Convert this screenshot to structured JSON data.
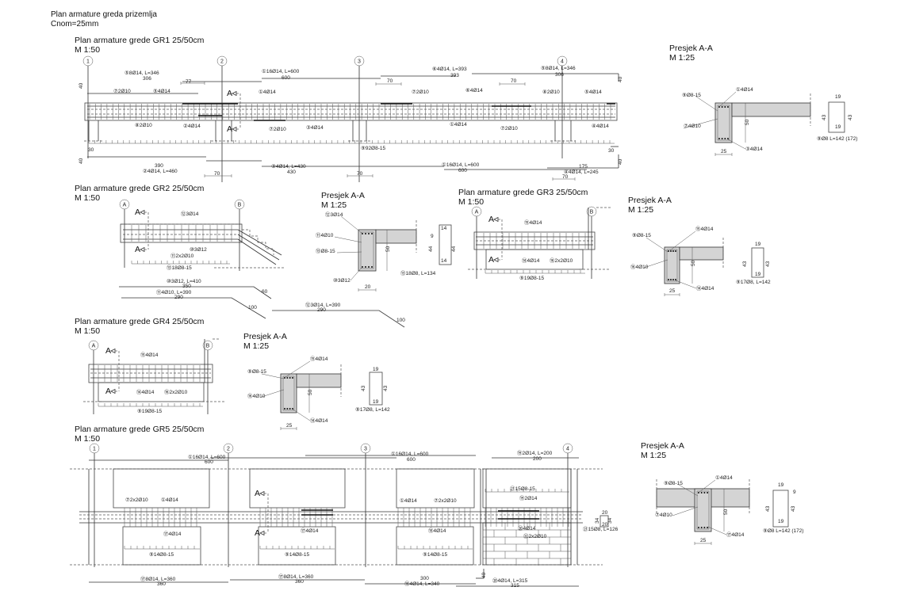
{
  "header": {
    "title": "Plan armature greda prizemlja",
    "cnom": "Cnom=25mm"
  },
  "gr1": {
    "title": "Plan armature grede GR1 25/50cm",
    "scale": "M 1:50",
    "axes": [
      "1",
      "2",
      "3",
      "4"
    ],
    "section_mark": "A",
    "labels": [
      "⑤8Ø14, L=346",
      "306",
      "①16Ø14, L=600",
      "600",
      "⑥4Ø14, L=393",
      "393",
      "⑤8Ø14, L=346",
      "306",
      "77",
      "70",
      "70",
      "⑦2Ø10",
      "⑤4Ø14",
      "①4Ø14",
      "⑦2Ø10",
      "⑥4Ø14",
      "⑧2Ø10",
      "⑤4Ø14",
      "⑧2Ø10",
      "②4Ø14",
      "⑦2Ø10",
      "③4Ø14",
      "①4Ø14",
      "⑦2Ø10",
      "④4Ø14",
      "⑨92Ø8-15",
      "30",
      "30",
      "40",
      "40",
      "40",
      "40",
      "390",
      "②4Ø14, L=460",
      "③4Ø14, L=430",
      "430",
      "①16Ø14, L=600",
      "600",
      "175",
      "④4Ø14, L=245",
      "70",
      "70",
      "70"
    ]
  },
  "sec1": {
    "title": "Presjek A-A",
    "scale": "M 1:25",
    "labels": [
      "⑨Ø8-15",
      "①4Ø14",
      "⑦4Ø10",
      "③4Ø14",
      "50",
      "25",
      "19",
      "19",
      "43",
      "43",
      "⑨Ø8 L=142 (172)"
    ]
  },
  "gr2": {
    "title": "Plan armature grede GR2 25/50cm",
    "scale": "M 1:50",
    "axes": [
      "A",
      "B"
    ],
    "section_mark": "A",
    "labels": [
      "⑫3Ø14",
      "⑩3Ø12",
      "⑪2x2Ø10",
      "⑬18Ø8-15",
      "⑩3Ø12, L=410",
      "350",
      "60",
      "⑪4Ø10, L=390",
      "290",
      "100",
      "⑫3Ø14, L=390",
      "290",
      "100"
    ]
  },
  "sec2": {
    "title": "Presjek A-A",
    "scale": "M 1:25",
    "labels": [
      "⑫3Ø14",
      "⑪4Ø10",
      "⑬Ø8-15",
      "⑩3Ø12",
      "20",
      "50",
      "14",
      "9",
      "44",
      "44",
      "14",
      "⑬18Ø8, L=134"
    ]
  },
  "gr3": {
    "title": "Plan armature grede GR3 25/50cm",
    "scale": "M 1:50",
    "axes": [
      "A",
      "B"
    ],
    "section_mark": "A",
    "labels": [
      "⑮4Ø14",
      "⑭4Ø14",
      "⑯2x2Ø10",
      "⑨19Ø8-15"
    ]
  },
  "sec3": {
    "title": "Presjek A-A",
    "scale": "M 1:25",
    "labels": [
      "⑨Ø8-15",
      "⑮4Ø14",
      "⑯4Ø10",
      "⑭4Ø14",
      "50",
      "25",
      "19",
      "43",
      "43",
      "19",
      "⑨17Ø8, L=142"
    ]
  },
  "gr4": {
    "title": "Plan armature grede GR4 25/50cm",
    "scale": "M 1:50",
    "axes": [
      "A",
      "B"
    ],
    "section_mark": "A",
    "labels": [
      "⑮4Ø14",
      "⑭4Ø14",
      "⑯2x2Ø10",
      "⑨19Ø8-15"
    ]
  },
  "sec4": {
    "title": "Presjek A-A",
    "scale": "M 1:25",
    "labels": [
      "⑨Ø8-15",
      "⑮4Ø14",
      "⑯4Ø10",
      "⑭4Ø14",
      "50",
      "25",
      "19",
      "43",
      "43",
      "19",
      "⑨17Ø8, L=142"
    ]
  },
  "gr5": {
    "title": "Plan armature grede GR5 25/50cm",
    "scale": "M 1:50",
    "axes": [
      "1",
      "2",
      "3",
      "4"
    ],
    "section_mark": "A",
    "labels": [
      "①16Ø14, L=600",
      "600",
      "①16Ø14, L=600",
      "600",
      "⑲2Ø14, L=200",
      "200",
      "⑦2x2Ø10",
      "①4Ø14",
      "⑰4Ø14",
      "⑨14Ø8-15",
      "⑰4Ø14",
      "⑨14Ø8-15",
      "①4Ø14",
      "⑦2x2Ø10",
      "⑱4Ø14",
      "⑨14Ø8-15",
      "㉑15Ø8-15",
      "⑲2Ø14",
      "⑳4Ø14",
      "㉒2x2Ø10",
      "⑰8Ø14, L=360",
      "360",
      "⑰8Ø14, L=360",
      "360",
      "300",
      "⑱4Ø14, L=340",
      "⑳4Ø14, L=315",
      "315",
      "40",
      "20",
      "34",
      "34",
      "20",
      "㉑15Ø8, L=126"
    ]
  },
  "sec5": {
    "title": "Presjek A-A",
    "scale": "M 1:25",
    "labels": [
      "⑨Ø8-15",
      "①4Ø14",
      "⑦4Ø10",
      "⑰4Ø14",
      "50",
      "25",
      "19",
      "9",
      "43",
      "43",
      "19",
      "⑨Ø8 L=142 (172)"
    ]
  }
}
